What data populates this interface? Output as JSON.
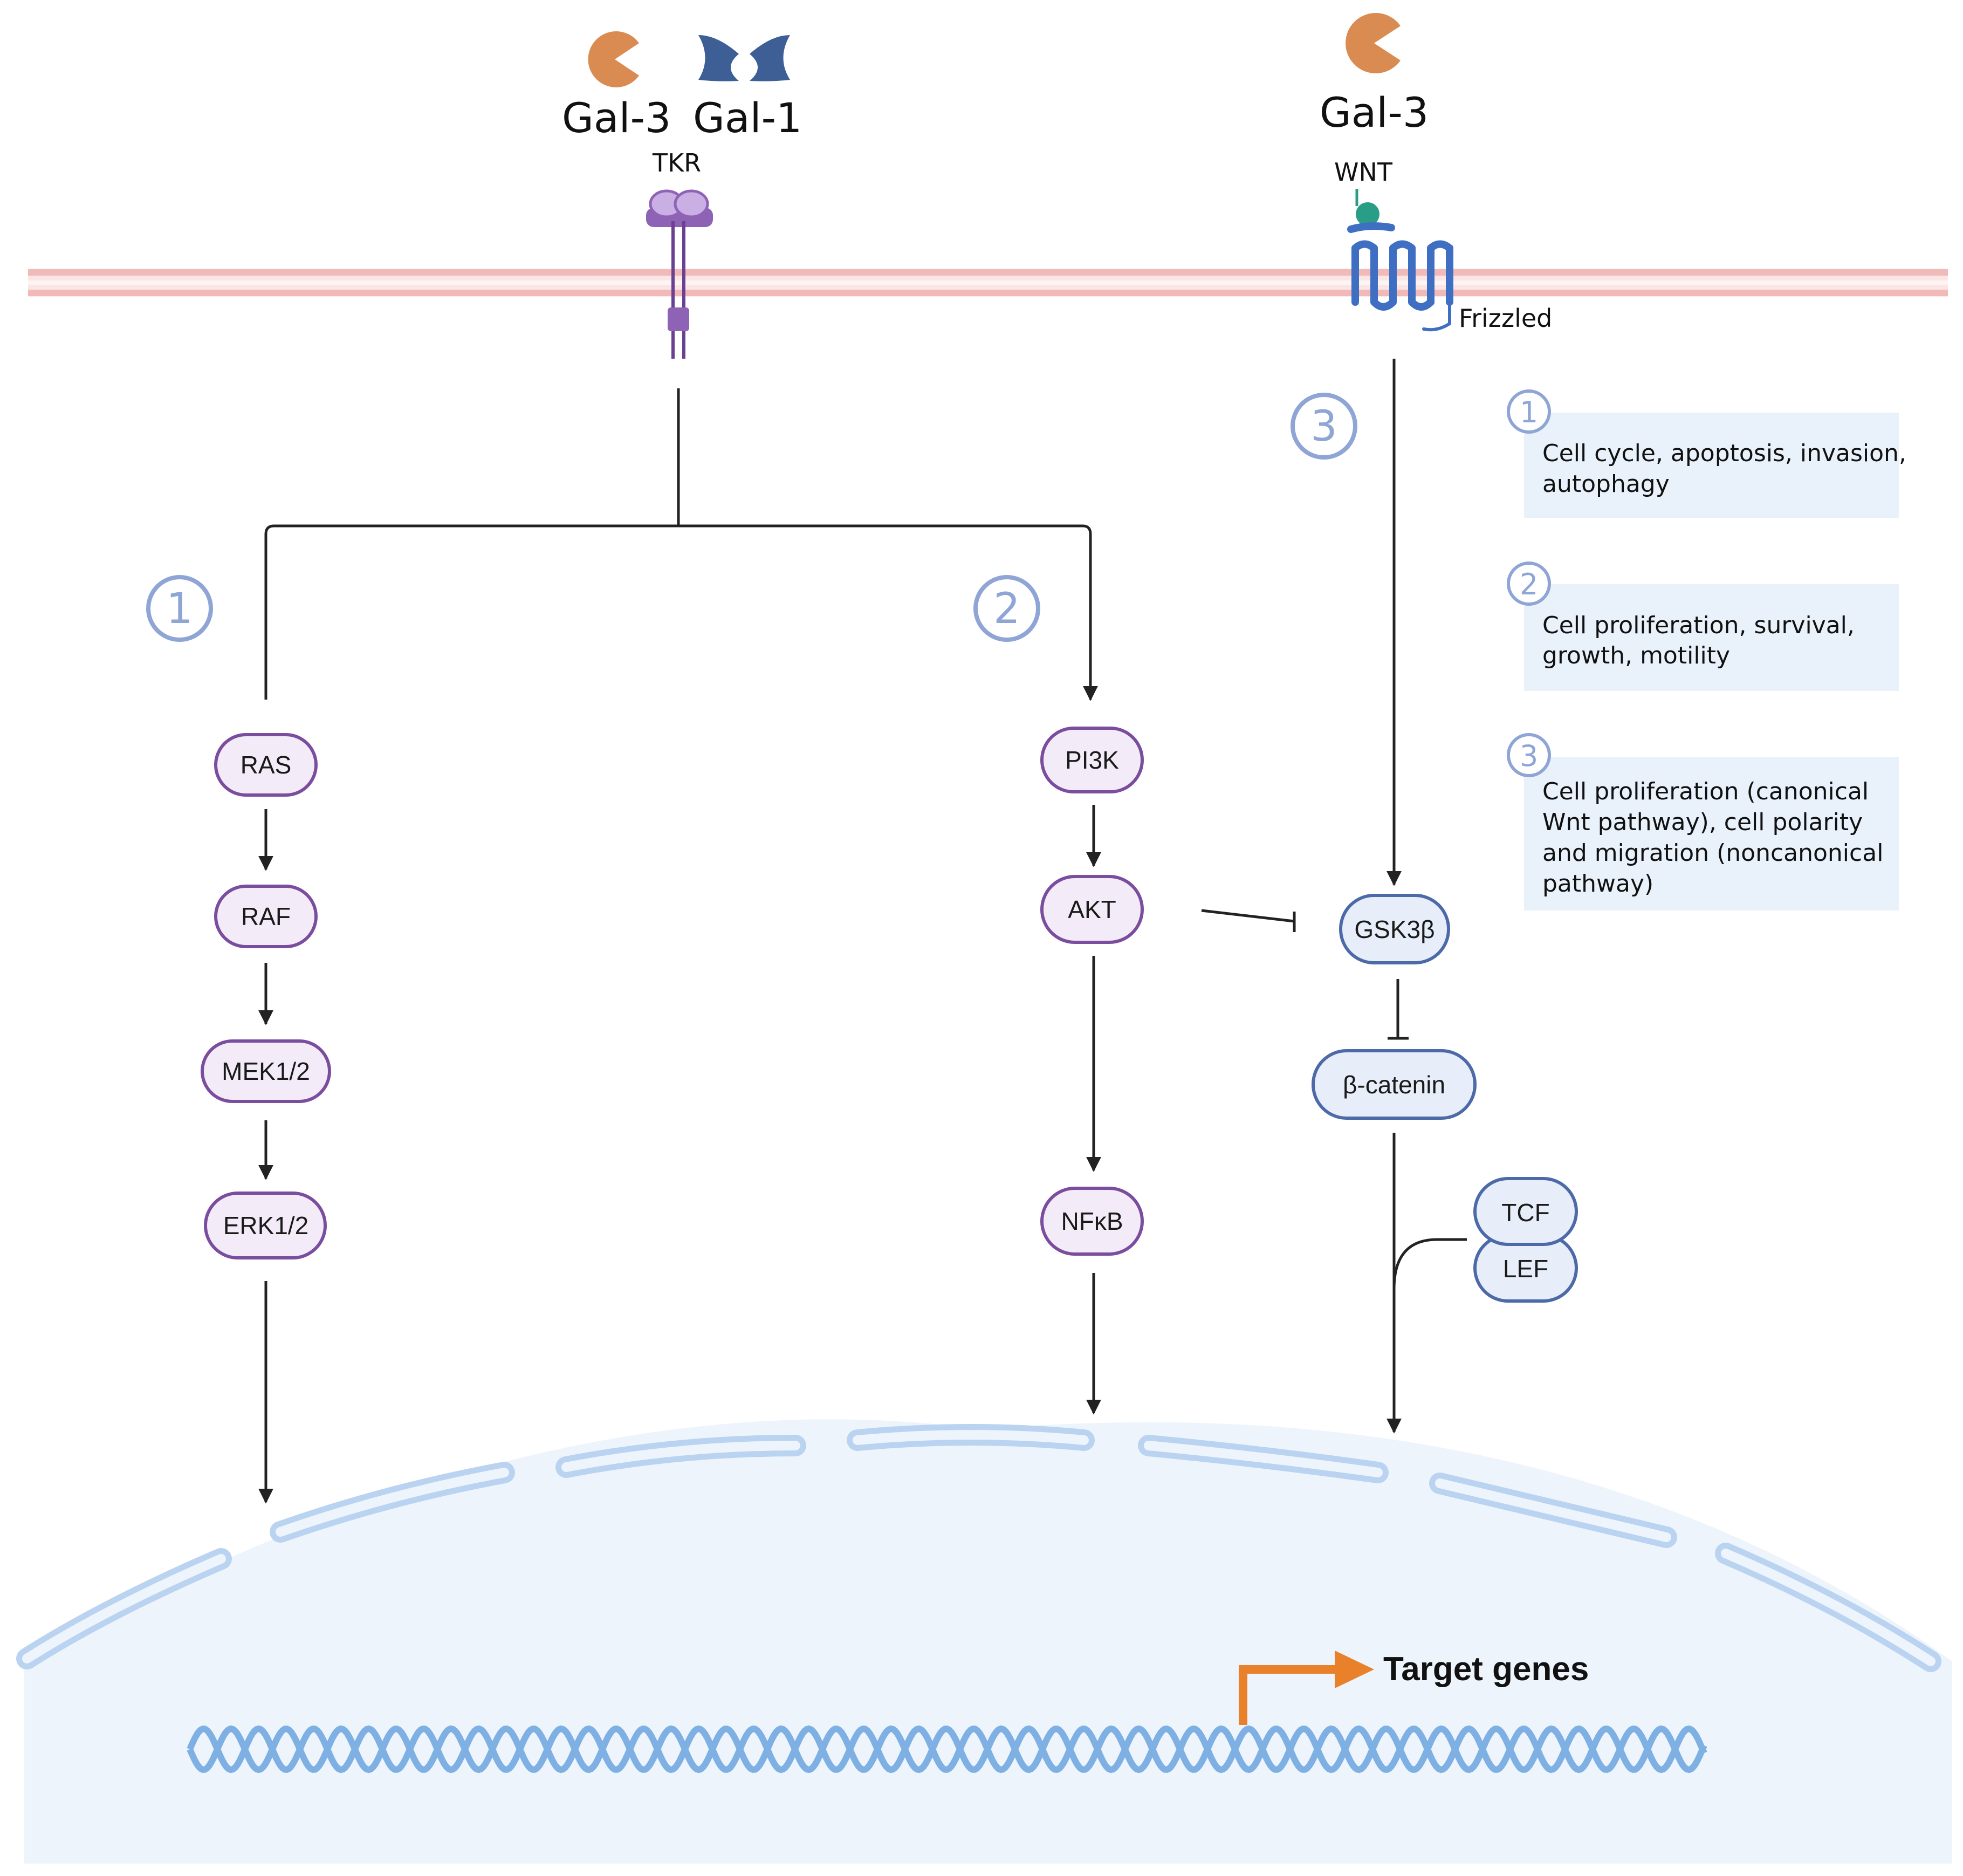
{
  "ligands": {
    "gal3_left": "Gal-3",
    "gal1": "Gal-1",
    "gal3_right": "Gal-3"
  },
  "receptors": {
    "tkr": "TKR",
    "wnt": "WNT",
    "frizzled": "Frizzled"
  },
  "pathway_numbers": [
    "1",
    "2",
    "3"
  ],
  "nodes": {
    "ras": "RAS",
    "raf": "RAF",
    "mek": "MEK1/2",
    "erk": "ERK1/2",
    "pi3k": "PI3K",
    "akt": "AKT",
    "nfkb": "NFκB",
    "gsk3b": "GSK3β",
    "bcatenin": "β-catenin",
    "tcf": "TCF",
    "lef": "LEF"
  },
  "legend": [
    {
      "number": "1",
      "lines": [
        "Cell cycle, apoptosis, invasion,",
        "autophagy"
      ]
    },
    {
      "number": "2",
      "lines": [
        "Cell proliferation, survival,",
        "growth, motility"
      ]
    },
    {
      "number": "3",
      "lines": [
        "Cell proliferation (canonical",
        "Wnt pathway), cell polarity",
        "and migration (noncanonical",
        "pathway)"
      ]
    }
  ],
  "target_genes": "Target genes",
  "colors": {
    "gal3": "#d98b52",
    "gal1": "#3e5f96",
    "tkr": "#8e63b5",
    "frizzled": "#3f6fc2",
    "wnt": "#2a9d86",
    "membrane": "#f4c7c7",
    "purple_node_fill": "#f3ecf8",
    "purple_node_stroke": "#7a4d9e",
    "blue_node_fill": "#e8eef9",
    "blue_node_stroke": "#4d6aa8",
    "number_circle": "#8ea5d6",
    "legend_box": "#e9f1fb",
    "nucleus_fill": "#eef4fc",
    "nucleus_envelope": "#b9d3f0",
    "dna": "#7fb0e3",
    "target_arrow": "#e8812a"
  }
}
